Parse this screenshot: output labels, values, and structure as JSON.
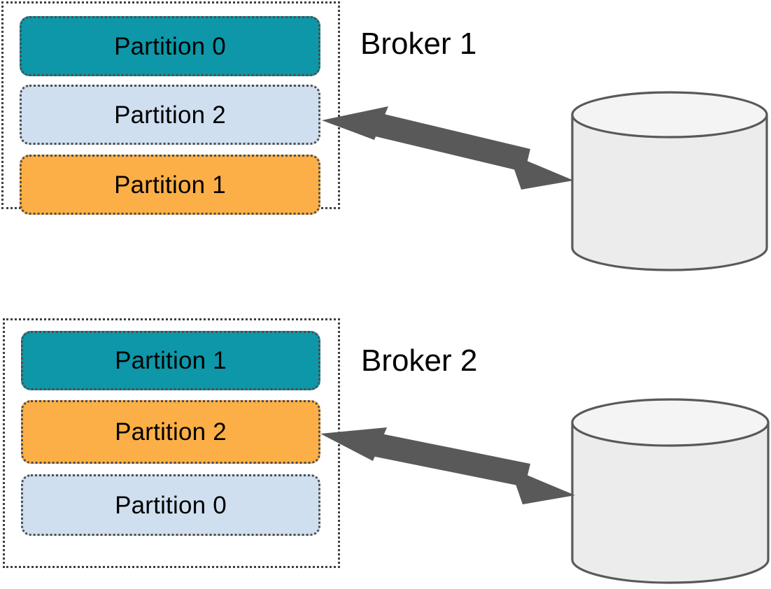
{
  "diagram": {
    "title": "Kafka broker partition replication diagram",
    "background": "#ffffff",
    "colors": {
      "teal": "#0d97a8",
      "light_blue": "#cfdff0",
      "orange": "#fcaf46",
      "arrow": "#595959",
      "cylinder_fill": "#ececec",
      "cylinder_top_fill": "#f4f4f4",
      "cylinder_stroke": "#595959",
      "dotted_border": "#4d4d4d",
      "text": "#000000"
    }
  },
  "brokers": [
    {
      "id": "broker-1",
      "label": "Broker 1",
      "partitions": [
        {
          "label": "Partition 0",
          "color_key": "teal"
        },
        {
          "label": "Partition 2",
          "color_key": "light_blue"
        },
        {
          "label": "Partition 1",
          "color_key": "orange"
        }
      ],
      "storage": {
        "name": "database-cylinder",
        "label": ""
      },
      "connector": {
        "name": "bidirectional-arrow",
        "label": ""
      }
    },
    {
      "id": "broker-2",
      "label": "Broker 2",
      "partitions": [
        {
          "label": "Partition 1",
          "color_key": "teal"
        },
        {
          "label": "Partition 2",
          "color_key": "orange"
        },
        {
          "label": "Partition 0",
          "color_key": "light_blue"
        }
      ],
      "storage": {
        "name": "database-cylinder",
        "label": ""
      },
      "connector": {
        "name": "bidirectional-arrow",
        "label": ""
      }
    }
  ]
}
